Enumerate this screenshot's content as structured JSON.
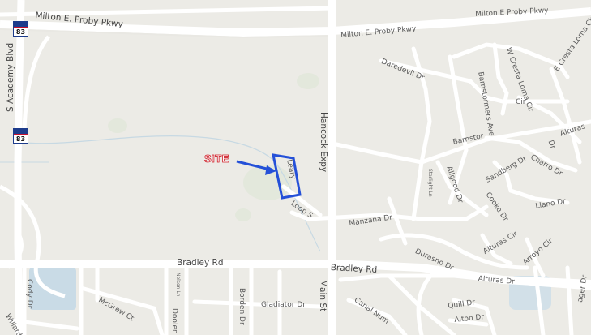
{
  "map": {
    "site_label": "SITE",
    "highway_shields": [
      {
        "number": "83"
      },
      {
        "number": "83"
      }
    ],
    "streets": {
      "milton_w": "Milton E. Proby Pkwy",
      "milton_mid": "Milton E. Proby Pkwy",
      "milton_e": "Milton E Proby Pkwy",
      "s_academy": "S Academy Blvd",
      "hancock": "Hancock Expy",
      "main_st": "Main St",
      "bradley_w": "Bradley Rd",
      "bradley_e": "Bradley Rd",
      "manzana": "Manzana Dr",
      "loop_s": "Loop S",
      "loop_n": "Leary",
      "daredevil": "Daredevil Dr",
      "cresta_w": "W Cresta Loma Cir",
      "cresta_e": "E Cresta Loma Cir",
      "cir": "Cir",
      "barnstormers": "Barnstormers Ave",
      "barnstor": "Barnstor",
      "alturas_e": "Alturas",
      "alturas_dr_ne": "Dr",
      "charro": "Charro Dr",
      "sandberg": "Sandberg Dr",
      "llano": "Llano Dr",
      "allgood": "Allgood Dr",
      "cooke": "Cooke Dr",
      "durasno": "Durasno Dr",
      "alturas_cir": "Alturas Cir",
      "arroyo_cir": "Arroyo Cir",
      "alturas_dr": "Alturas Dr",
      "quill": "Quill Dr",
      "alton": "Alton Dr",
      "gladiator": "Gladiator Dr",
      "borden": "Borden Dr",
      "doolen": "Doolen",
      "mcgrew": "McGrew Ct",
      "cody": "Cody Dr",
      "willard": "Willard Dr",
      "nelson": "Nelson Ln",
      "canal": "Canal Num",
      "starlight": "Starlight Ln",
      "ager": "ager Dr"
    }
  },
  "colors": {
    "background": "#ecebe6",
    "road": "#ffffff",
    "water": "#c9dbe6",
    "site_outline": "#2450d8",
    "site_text_stroke": "#d0212b"
  }
}
